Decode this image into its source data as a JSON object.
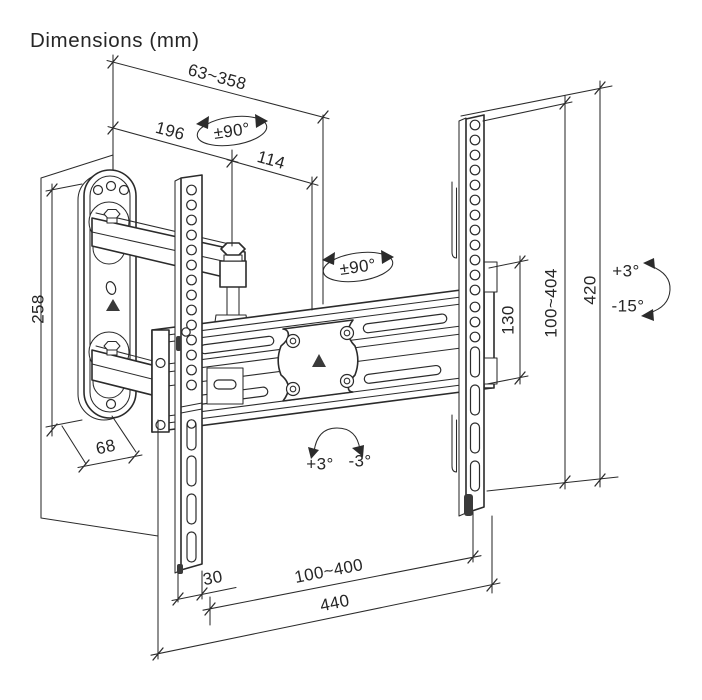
{
  "title": "Dimensions (mm)",
  "dimensions": {
    "depth_range": "63~358",
    "arm_rear_length": "196",
    "arm_front_length": "114",
    "wall_plate_height": "258",
    "wall_plate_width": "68",
    "bracket_slot_spacing": "130",
    "vesa_vertical_range": "100~404",
    "rail_height": "420",
    "rail_width": "30",
    "vesa_horizontal_range": "100~400",
    "bracket_width": "440"
  },
  "angles": {
    "swivel_upper": "±90°",
    "swivel_lower": "±90°",
    "tilt_up": "+3°",
    "tilt_down": "-15°",
    "level_plus": "+3°",
    "level_minus": "-3°"
  },
  "colors": {
    "line": "#2b2b2b",
    "text": "#262626",
    "background": "#ffffff",
    "dark_fill": "#3a3a3a"
  }
}
